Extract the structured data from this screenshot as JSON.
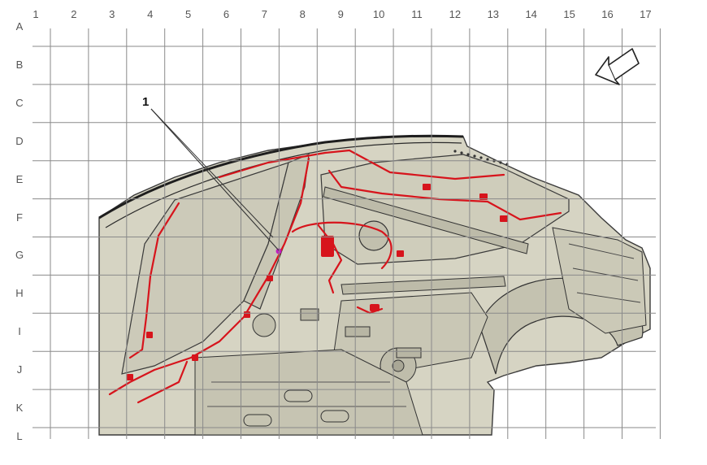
{
  "grid": {
    "columns": [
      "1",
      "2",
      "3",
      "4",
      "5",
      "6",
      "7",
      "8",
      "9",
      "10",
      "11",
      "12",
      "13",
      "14",
      "15",
      "16",
      "17"
    ],
    "rows": [
      "A",
      "B",
      "C",
      "D",
      "E",
      "F",
      "G",
      "H",
      "I",
      "J",
      "K",
      "L"
    ]
  },
  "callouts": [
    {
      "label": "1"
    }
  ],
  "icons": {
    "direction": "front-direction-arrow-icon"
  },
  "colors": {
    "grid_line": "#8a8a8a",
    "body_fill": "#d6d4c3",
    "body_line": "#3a3a3a",
    "harness": "#d7141c",
    "connector_highlight": "#c020c0"
  }
}
